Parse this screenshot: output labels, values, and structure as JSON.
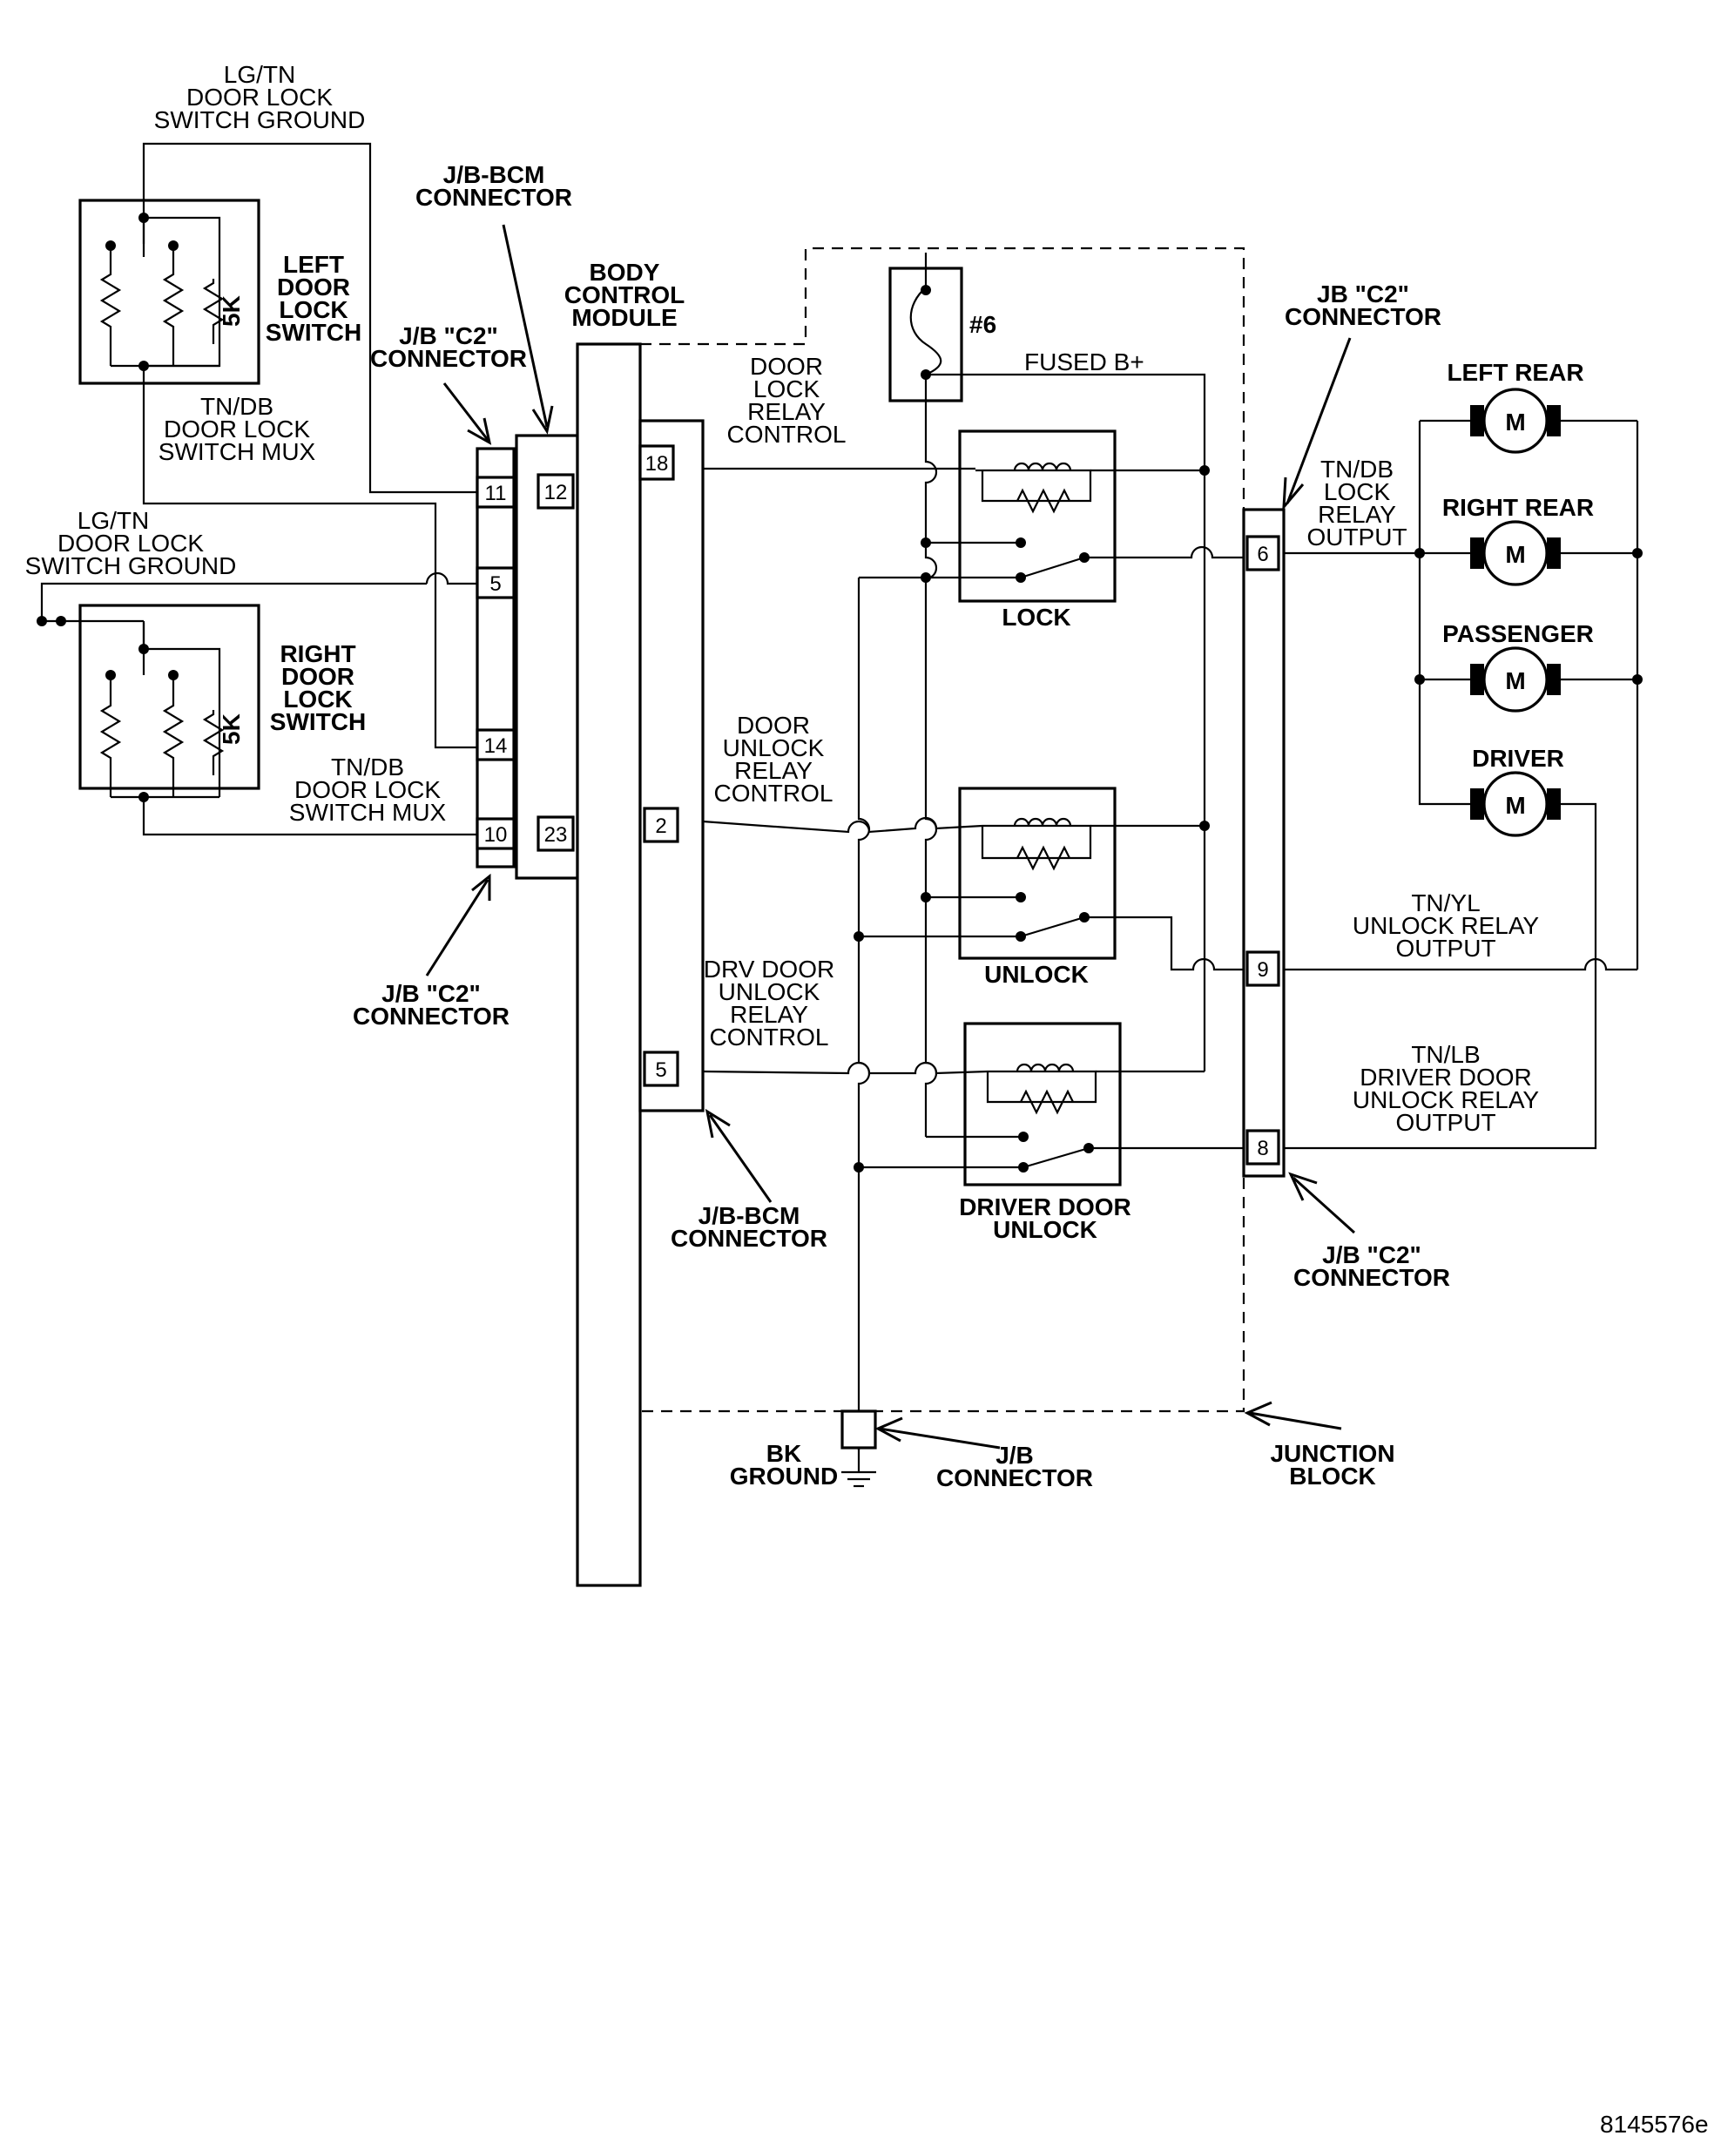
{
  "labels": {
    "left_gnd": [
      "LG/TN",
      "DOOR LOCK",
      "SWITCH GROUND"
    ],
    "left_switch": [
      "LEFT",
      "DOOR",
      "LOCK",
      "SWITCH"
    ],
    "left_mux": [
      "TN/DB",
      "DOOR LOCK",
      "SWITCH MUX"
    ],
    "right_gnd": [
      "LG/TN",
      "DOOR LOCK",
      "SWITCH GROUND"
    ],
    "right_switch": [
      "RIGHT",
      "DOOR",
      "LOCK",
      "SWITCH"
    ],
    "right_mux": [
      "TN/DB",
      "DOOR LOCK",
      "SWITCH MUX"
    ],
    "resistor_5k": "5K",
    "jb_bcm_top": [
      "J/B-BCM",
      "CONNECTOR"
    ],
    "jb_c2_left_top": [
      "J/B \"C2\"",
      "CONNECTOR"
    ],
    "jb_c2_left_bottom": [
      "J/B \"C2\"",
      "CONNECTOR"
    ],
    "bcm": [
      "BODY",
      "CONTROL",
      "MODULE"
    ],
    "jb_bcm_bottom": [
      "J/B-BCM",
      "CONNECTOR"
    ],
    "fuse": "#6",
    "fused_b": "FUSED B+",
    "lock_ctrl": [
      "DOOR",
      "LOCK",
      "RELAY",
      "CONTROL"
    ],
    "unlock_ctrl": [
      "DOOR",
      "UNLOCK",
      "RELAY",
      "CONTROL"
    ],
    "drv_ctrl": [
      "DRV DOOR",
      "UNLOCK",
      "RELAY",
      "CONTROL"
    ],
    "relay_lock": "LOCK",
    "relay_unlock": "UNLOCK",
    "relay_driver": [
      "DRIVER DOOR",
      "UNLOCK"
    ],
    "jb_c2_right_top": [
      "JB \"C2\"",
      "CONNECTOR"
    ],
    "jb_c2_right_bottom": [
      "J/B \"C2\"",
      "CONNECTOR"
    ],
    "lock_out": [
      "TN/DB",
      "LOCK",
      "RELAY",
      "OUTPUT"
    ],
    "unlock_out": [
      "TN/YL",
      "UNLOCK RELAY",
      "OUTPUT"
    ],
    "drv_out": [
      "TN/LB",
      "DRIVER DOOR",
      "UNLOCK RELAY",
      "OUTPUT"
    ],
    "bk_ground": [
      "BK",
      "GROUND"
    ],
    "jb_connector": [
      "J/B",
      "CONNECTOR"
    ],
    "junction_block": [
      "JUNCTION",
      "BLOCK"
    ],
    "motor_left_rear": "LEFT REAR",
    "motor_right_rear": "RIGHT REAR",
    "motor_passenger": "PASSENGER",
    "motor_driver": "DRIVER",
    "motor_symbol": "M",
    "figure_id": "8145576e"
  },
  "pins": {
    "c2_left_11": "11",
    "c2_left_5": "5",
    "c2_left_14": "14",
    "c2_left_10": "10",
    "bcm_conn_12": "12",
    "bcm_conn_23": "23",
    "bcm_18": "18",
    "bcm_2": "2",
    "bcm_5": "5",
    "c2_right_6": "6",
    "c2_right_9": "9",
    "c2_right_8": "8"
  }
}
